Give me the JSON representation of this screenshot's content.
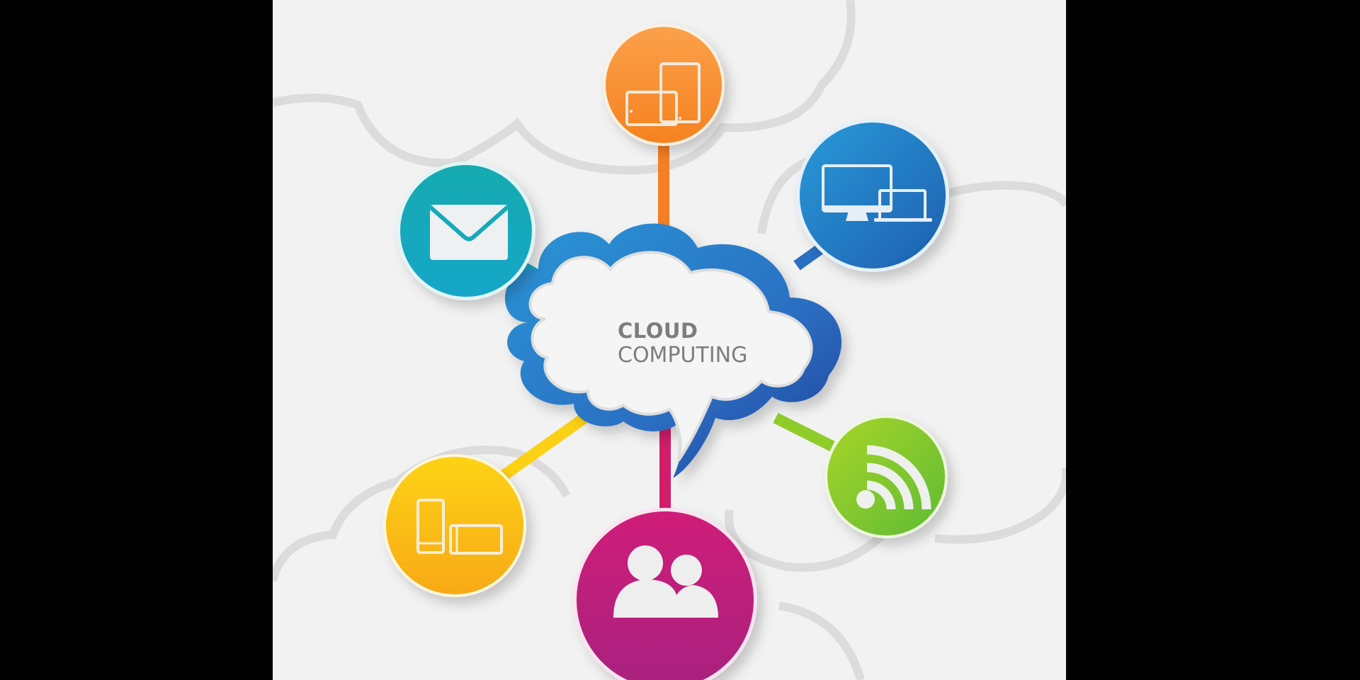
{
  "diagram": {
    "title_line1": "CLOUD",
    "title_line2": "COMPUTING",
    "center": {
      "shape": "cloud-speech-bubble",
      "fill": "#f4f4f4",
      "outline": "#2a78c8",
      "text_color": "#7d7d7d"
    },
    "background": {
      "color": "#f2f2f2",
      "pattern": "outlined-clouds",
      "outline_color": "#dcdcdc",
      "letterbox_color": "#000000"
    },
    "nodes": [
      {
        "id": "tablets",
        "icon": "tablet-devices-icon",
        "color": "#f7931e",
        "position": "top"
      },
      {
        "id": "desktop",
        "icon": "desktop-laptop-icon",
        "color": "#1f75c4",
        "position": "top-right"
      },
      {
        "id": "email",
        "icon": "envelope-icon",
        "color": "#13a8b8",
        "position": "upper-left"
      },
      {
        "id": "wifi",
        "icon": "wifi-signal-icon",
        "color": "#7cc52a",
        "position": "lower-right"
      },
      {
        "id": "mobile",
        "icon": "phone-tablet-icon",
        "color": "#fbb714",
        "position": "lower-left"
      },
      {
        "id": "users",
        "icon": "users-group-icon",
        "color": "#c11e78",
        "position": "bottom"
      }
    ]
  }
}
